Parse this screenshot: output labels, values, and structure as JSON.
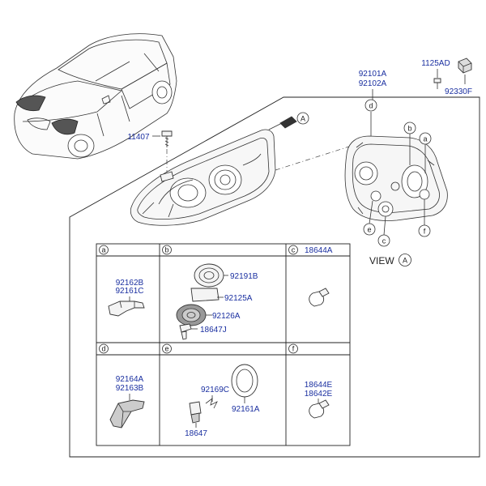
{
  "labels": {
    "p11407": "11407",
    "p92101A": "92101A",
    "p92102A": "92102A",
    "p1125AD": "1125AD",
    "p92330F": "92330F",
    "p92162B": "92162B",
    "p92161C": "92161C",
    "p92191B": "92191B",
    "p92125A": "92125A",
    "p92126A": "92126A",
    "p18647J": "18647J",
    "p18644A": "18644A",
    "p92164A": "92164A",
    "p92163B": "92163B",
    "p92169C": "92169C",
    "p92161A": "92161A",
    "p18647": "18647",
    "p18644E": "18644E",
    "p18642E": "18642E"
  },
  "callouts": {
    "A": "A",
    "a": "a",
    "b": "b",
    "c": "c",
    "d": "d",
    "e": "e",
    "f": "f"
  },
  "view_label": "VIEW",
  "colors": {
    "part_number": "#1a2fa0",
    "line": "#333333"
  }
}
